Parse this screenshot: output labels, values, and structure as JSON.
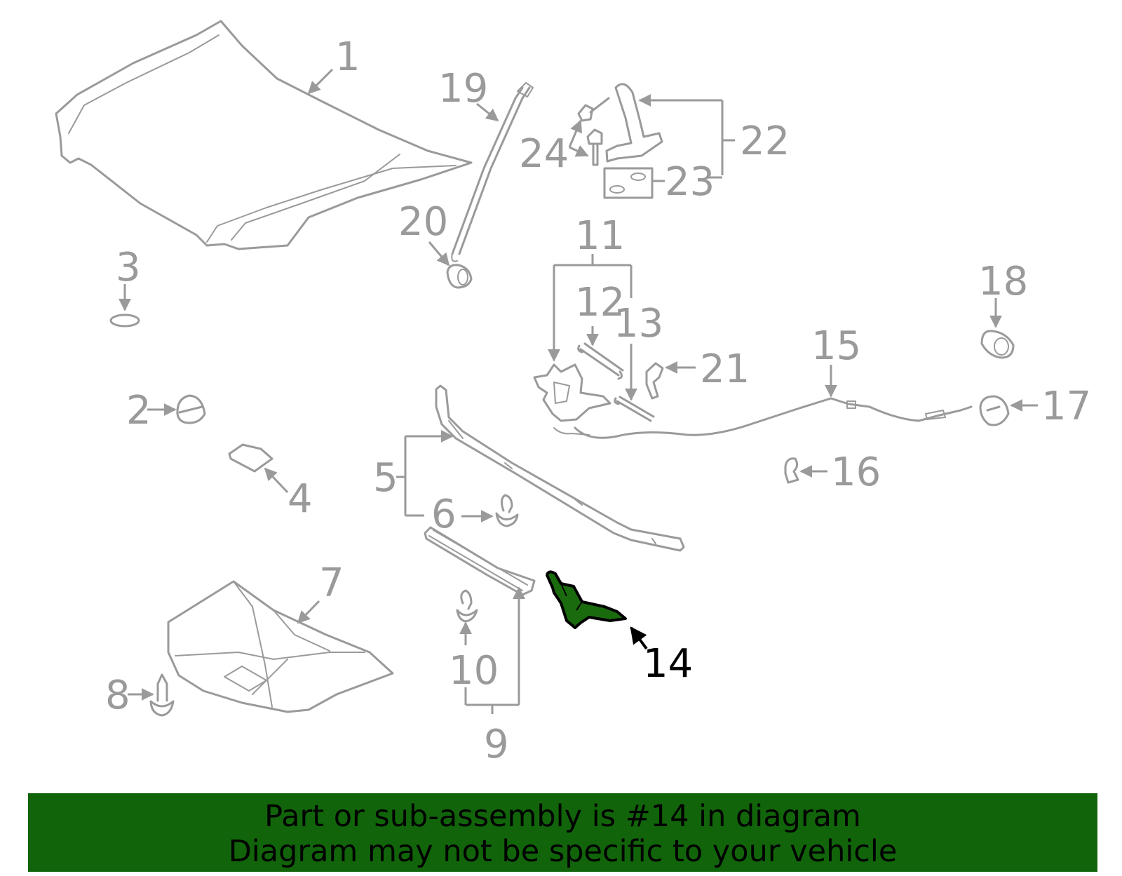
{
  "callouts": {
    "c1": "1",
    "c2": "2",
    "c3": "3",
    "c4": "4",
    "c5": "5",
    "c6": "6",
    "c7": "7",
    "c8": "8",
    "c9": "9",
    "c10": "10",
    "c11": "11",
    "c12": "12",
    "c13": "13",
    "c14": "14",
    "c15": "15",
    "c16": "16",
    "c17": "17",
    "c18": "18",
    "c19": "19",
    "c20": "20",
    "c21": "21",
    "c22": "22",
    "c23": "23",
    "c24": "24"
  },
  "highlight": {
    "part_number": "14",
    "fill_color": "#1a6b0e",
    "label_color": "#000000"
  },
  "banner": {
    "line1": "Part or sub-assembly is #14 in diagram",
    "line2": "Diagram may not be specific to your vehicle",
    "background": "#11640a"
  }
}
